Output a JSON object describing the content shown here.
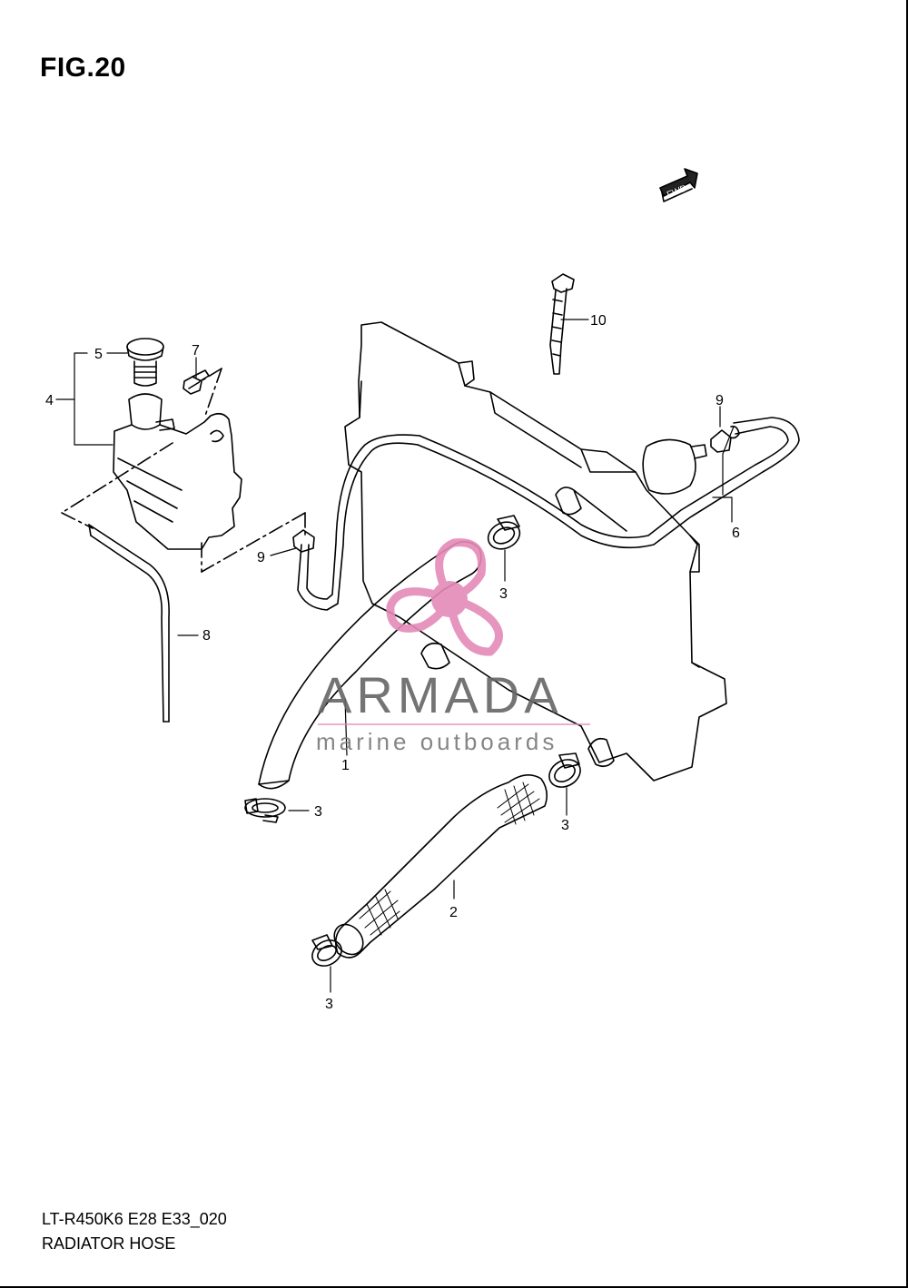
{
  "figure": {
    "title": "FIG.20",
    "model_code": "LT-R450K6 E28 E33_020",
    "section_name": "RADIATOR HOSE",
    "fwd_label": "FWD"
  },
  "callouts": [
    "1",
    "2",
    "3",
    "3",
    "3",
    "3",
    "4",
    "5",
    "6",
    "7",
    "8",
    "9",
    "9",
    "10"
  ],
  "watermark": {
    "title": "ARMADA",
    "subtitle": "marine outboards",
    "accent_color": "#e48ab8"
  },
  "colors": {
    "line": "#000000",
    "background": "#ffffff"
  }
}
